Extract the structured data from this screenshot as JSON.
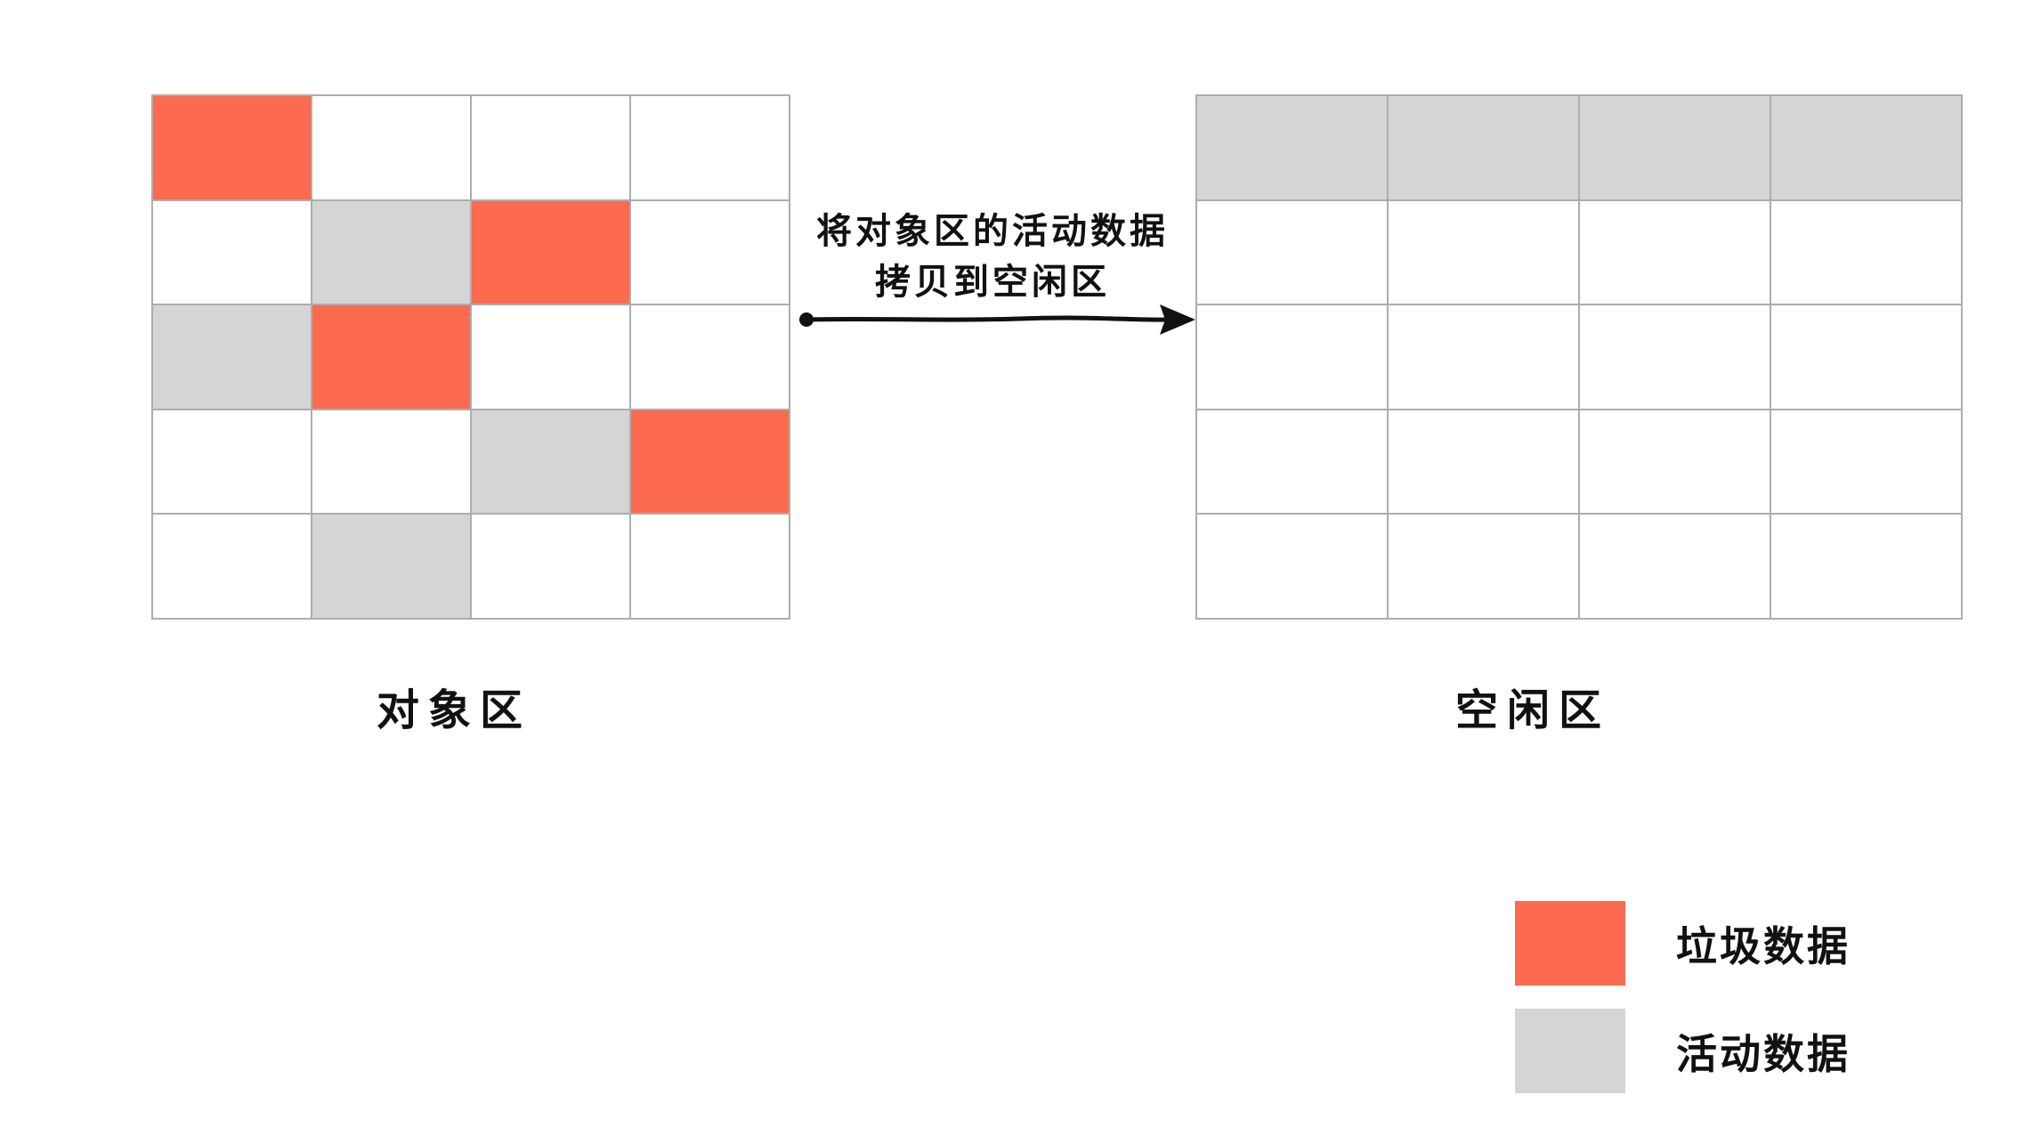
{
  "page": {
    "background": "#ffffff"
  },
  "colors": {
    "garbage": "#fc6a4f",
    "live": "#d5d5d5",
    "free": "#ffffff",
    "grid_line": "#adadad",
    "text": "#111111"
  },
  "object_area": {
    "label": "对象区",
    "rows": 5,
    "cols": 4,
    "cells": [
      [
        "garbage",
        "free",
        "free",
        "free"
      ],
      [
        "free",
        "live",
        "garbage",
        "free"
      ],
      [
        "live",
        "garbage",
        "free",
        "free"
      ],
      [
        "free",
        "free",
        "live",
        "garbage"
      ],
      [
        "free",
        "live",
        "free",
        "free"
      ]
    ]
  },
  "free_area": {
    "label": "空闲区",
    "rows": 5,
    "cols": 4,
    "cells": [
      [
        "live",
        "live",
        "live",
        "live"
      ],
      [
        "free",
        "free",
        "free",
        "free"
      ],
      [
        "free",
        "free",
        "free",
        "free"
      ],
      [
        "free",
        "free",
        "free",
        "free"
      ],
      [
        "free",
        "free",
        "free",
        "free"
      ]
    ]
  },
  "arrow": {
    "caption_line1": "将对象区的活动数据",
    "caption_line2": "拷贝到空闲区"
  },
  "legend": {
    "items": [
      {
        "label": "垃圾数据",
        "color_key": "garbage"
      },
      {
        "label": "活动数据",
        "color_key": "live"
      }
    ]
  }
}
